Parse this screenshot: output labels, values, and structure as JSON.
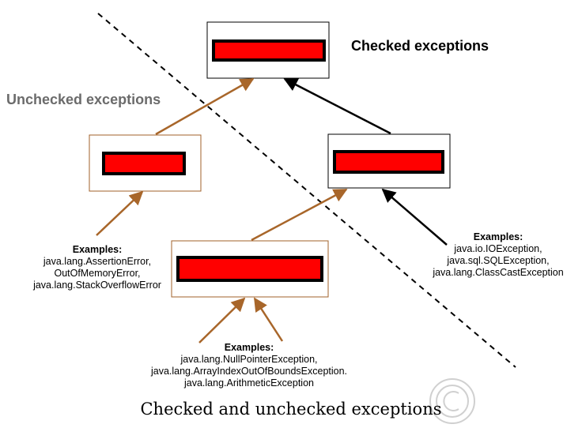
{
  "headers": {
    "checked": "Checked exceptions",
    "unchecked": "Unchecked exceptions"
  },
  "examples": {
    "left": {
      "title": "Examples:",
      "lines": [
        "java.lang.AssertionError,",
        "OutOfMemoryError,",
        "java.lang.StackOverflowError"
      ]
    },
    "right": {
      "title": "Examples:",
      "lines": [
        "java.io.IOException,",
        "java.sql.SQLException,",
        "java.lang.ClassCastException"
      ]
    },
    "bottom": {
      "title": "Examples:",
      "lines": [
        "java.lang.NullPointerException,",
        "java.lang.ArrayIndexOutOfBoundsException.",
        "java.lang.ArithmeticException"
      ]
    }
  },
  "caption": "Checked and unchecked exceptions",
  "colors": {
    "unchecked_border": "#a0602a",
    "unchecked_arrow": "#a8662a",
    "checked_arrow": "#000000",
    "bar_fill": "#ff0000",
    "bar_border": "#000000",
    "divider": "#000000",
    "watermark": "#d0d0d0"
  },
  "icons": {
    "watermark": "copyright-watermark-icon"
  }
}
